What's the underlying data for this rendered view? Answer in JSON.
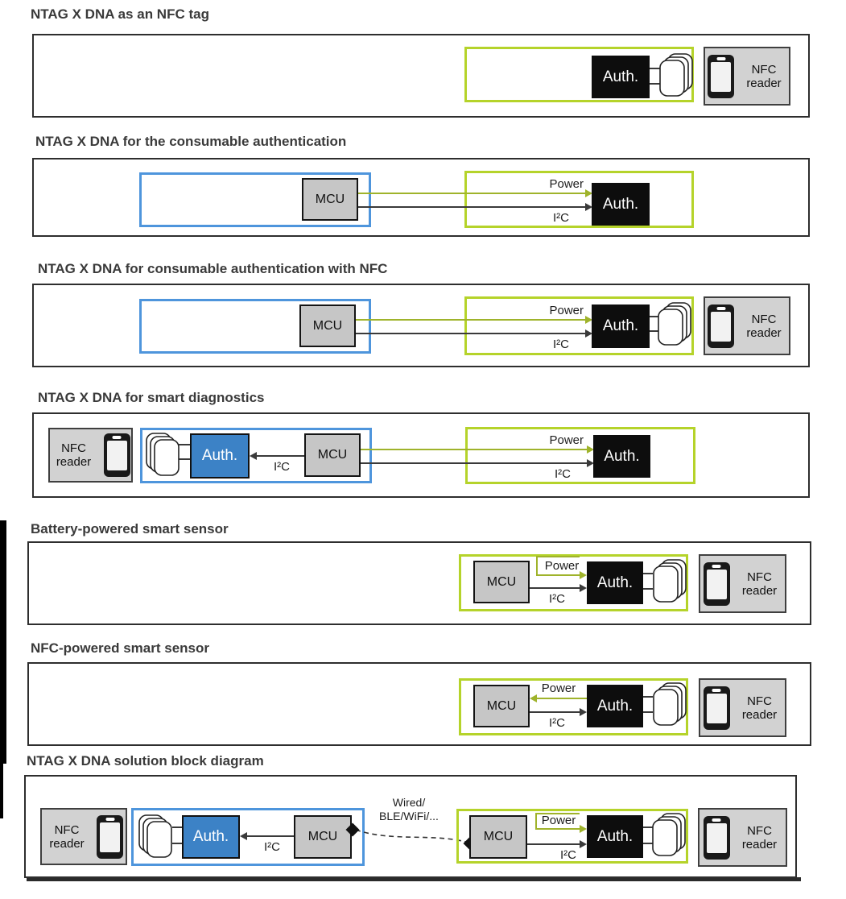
{
  "sections": [
    {
      "title": "NTAG X DNA as an NFC tag"
    },
    {
      "title": "NTAG X DNA for the consumable authentication"
    },
    {
      "title": "NTAG X DNA for consumable authentication with NFC"
    },
    {
      "title": "NTAG X DNA for smart diagnostics"
    },
    {
      "title": "Battery-powered smart sensor"
    },
    {
      "title": "NFC-powered smart sensor"
    },
    {
      "title": "NTAG X DNA solution block diagram"
    }
  ],
  "labels": {
    "auth": "Auth.",
    "mcu": "MCU",
    "power": "Power",
    "i2c": "I²C",
    "nfc_reader": "NFC reader",
    "wired_line1": "Wired/",
    "wired_line2": "BLE/WiFi/..."
  },
  "icons": {
    "phone": "nfc-reader-phone (CSS rounded rect with screen)",
    "antenna": "antenna-coil (nested rounded rects)",
    "diamond": "connector-diamond (rotated square)",
    "arrowhead": "triangle"
  },
  "colors": {
    "green_border": "#b5d32a",
    "green_line": "#9fb32b",
    "blue_border": "#4e95dc",
    "blue_fill": "#3c82c6",
    "gray_chip": "#c6c6c6",
    "nfc_reader_bg": "#d2d2d2",
    "black_chip": "#0d0d0d",
    "line_dark": "#3a3a3a",
    "title_text": "#3a3a3a"
  }
}
